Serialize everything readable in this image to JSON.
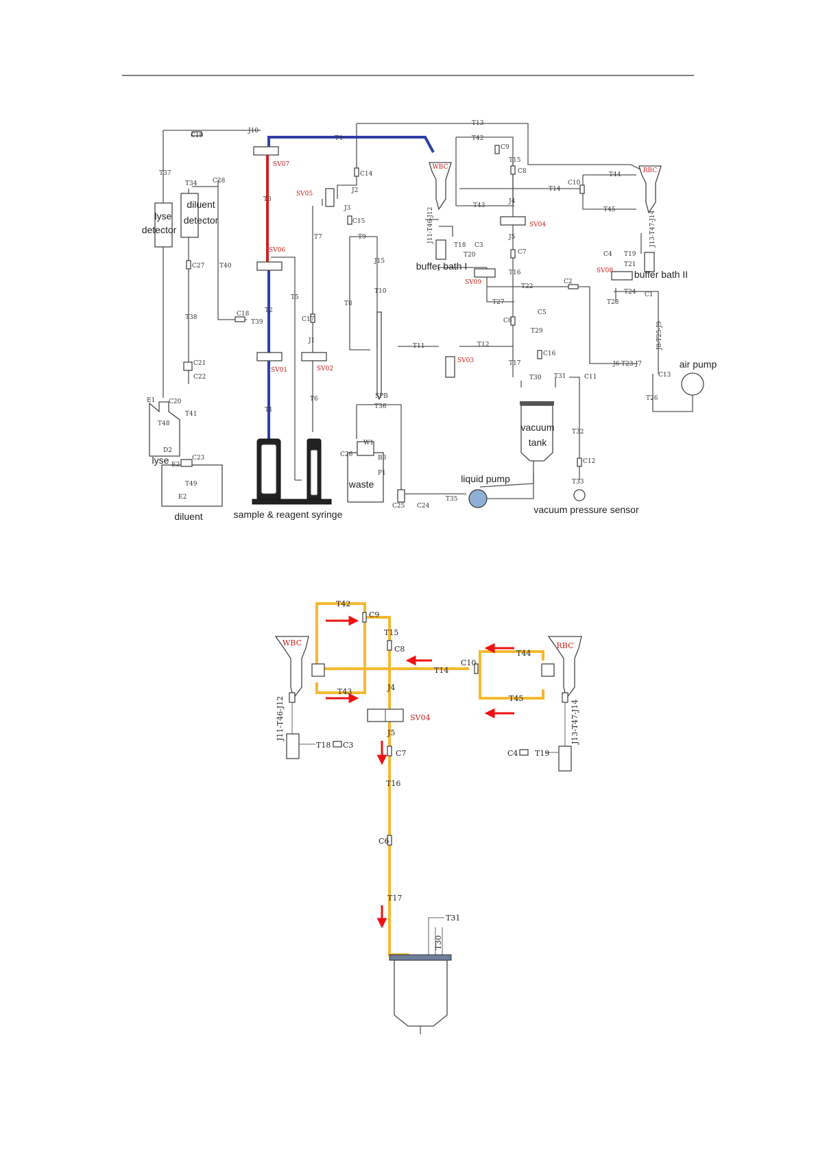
{
  "top": {
    "labels": {
      "lyse_detector": [
        "lyse",
        "detector"
      ],
      "diluent_detector": [
        "diluent",
        "detector"
      ],
      "lyse": "lyse",
      "diluent": "diluent",
      "syringe": "sample & reagent syringe",
      "waste": "waste",
      "liquid_pump": "liquid pump",
      "vacuum_tank": [
        "vacuum",
        "tank"
      ],
      "vacuum_sensor": "vacuum pressure sensor",
      "air_pump": "air pump",
      "buffer1": "buffer bath I",
      "buffer2": "buffer bath II",
      "wbc": "WBC",
      "rbc": "RBC"
    },
    "valves": {
      "sv07": "SV07",
      "sv06": "SV06",
      "sv05": "SV05",
      "sv01": "SV01",
      "sv02": "SV02",
      "sv03": "SV03",
      "sv04": "SV04",
      "sv09": "SV09",
      "sv08": "SV08"
    },
    "tags": {
      "t13": "T13",
      "c19": "C19",
      "j10": "J10",
      "t4": "T4",
      "t42": "T42",
      "c9": "C9",
      "t15": "T15",
      "c8": "C8",
      "t37": "T37",
      "t34": "T34",
      "c28": "C28",
      "c14": "C14",
      "j2": "J2",
      "j3": "J3",
      "c15": "C15",
      "t3": "T3",
      "t7": "T7",
      "t9": "T9",
      "t40": "T40",
      "c27": "C27",
      "t38": "T38",
      "c18": "C18",
      "t39": "T39",
      "t5": "T5",
      "t2": "T2",
      "c17": "C17",
      "j1": "J1",
      "j15": "J15",
      "t10": "T10",
      "t8": "T8",
      "t11": "T11",
      "t12": "T12",
      "spb": "SPB",
      "t1": "T1",
      "t6": "T6",
      "c21": "C21",
      "c22": "C22",
      "t41": "T41",
      "e1": "E1",
      "c20": "C20",
      "t48": "T48",
      "d2": "D2",
      "e2": "E2",
      "c23": "C23",
      "t49": "T49",
      "e2b": "E2",
      "t36": "T36",
      "w1": "W1",
      "c26": "C26",
      "b3": "B3",
      "p1": "P1",
      "c25": "C25",
      "c24": "C24",
      "t35": "T35",
      "t14": "T14",
      "c10": "C10",
      "t43": "T43",
      "t44": "T44",
      "t45": "T45",
      "j4": "J4",
      "j5": "J5",
      "c7": "C7",
      "t16": "T16",
      "t18": "T18",
      "c3": "C3",
      "t20": "T20",
      "t22": "T22",
      "c2": "C2",
      "t27": "T27",
      "c6": "C6",
      "c5": "C5",
      "t29": "T29",
      "c16": "C16",
      "t17": "T17",
      "t28": "T28",
      "t30": "T30",
      "t31": "T31",
      "c11": "C11",
      "t32": "T32",
      "c12": "C12",
      "t33": "T33",
      "c1": "C1",
      "t21": "T21",
      "t19": "T19",
      "c4": "C4",
      "t24": "T24",
      "t23": "T23",
      "c13": "C13",
      "t26": "T26",
      "t25": "T25",
      "j11": "J11-T46-J12",
      "j13": "J13-T47-J14",
      "j8": "J8-T25-J9",
      "j6": "J6-T23-J7"
    }
  },
  "bottom": {
    "labels": {
      "wbc": "WBC",
      "rbc": "RBC",
      "t42": "T42",
      "c9": "C9",
      "t15": "T15",
      "c8": "C8",
      "t14": "T14",
      "c10": "C10",
      "t44": "T44",
      "t45": "T45",
      "t43": "T43",
      "j4": "J4",
      "sv04": "SV04",
      "j5": "J5",
      "c7": "C7",
      "t16": "T16",
      "c6": "C6",
      "t17": "T17",
      "t31": "T31",
      "t30": "T30",
      "t18": "T18",
      "c3": "C3",
      "t19": "T19",
      "c4": "C4",
      "j11": "J11-T46-J12",
      "j13": "J13-T47-J14"
    }
  }
}
